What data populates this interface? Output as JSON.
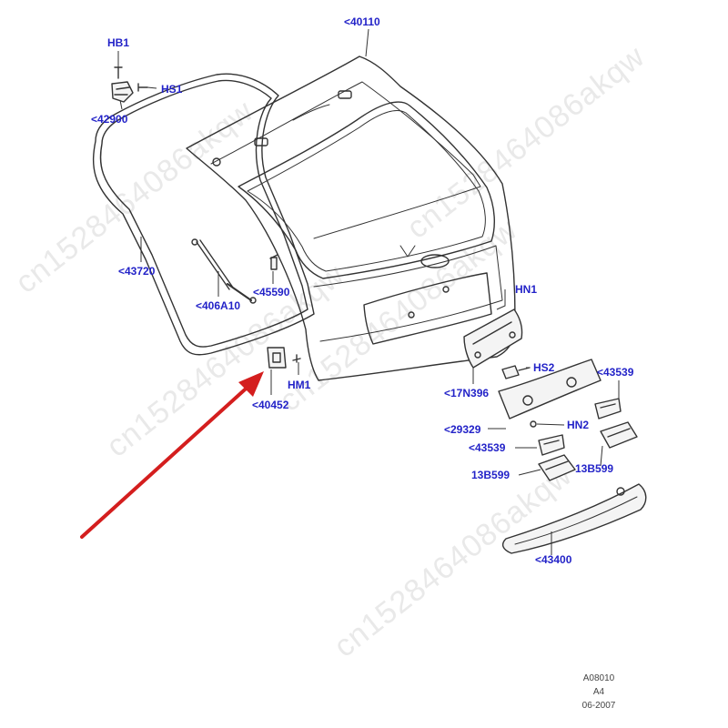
{
  "colors": {
    "label": "#2323c8",
    "line": "#333333",
    "fill": "#f4f4f4",
    "arrow": "#d41e1e",
    "watermark": "#cfcfcf"
  },
  "watermark_text": "cn1528464086akqw",
  "labels": {
    "hb1": "HB1",
    "hs1": "HS1",
    "p42900": "<42900",
    "p40110": "<40110",
    "p43720": "<43720",
    "p406a10": "<406A10",
    "p45590": "<45590",
    "hm1": "HM1",
    "p40452": "<40452",
    "hn1": "HN1",
    "p17n396": "<17N396",
    "hs2": "HS2",
    "p43539_top": "<43539",
    "p29329": "<29329",
    "hn2": "HN2",
    "p43539_mid": "<43539",
    "p13b599_left": "13B599",
    "p13b599_right": "13B599",
    "p43400": "<43400"
  },
  "stamp": {
    "code": "A08010",
    "size": "A4",
    "date": "06-2007"
  }
}
